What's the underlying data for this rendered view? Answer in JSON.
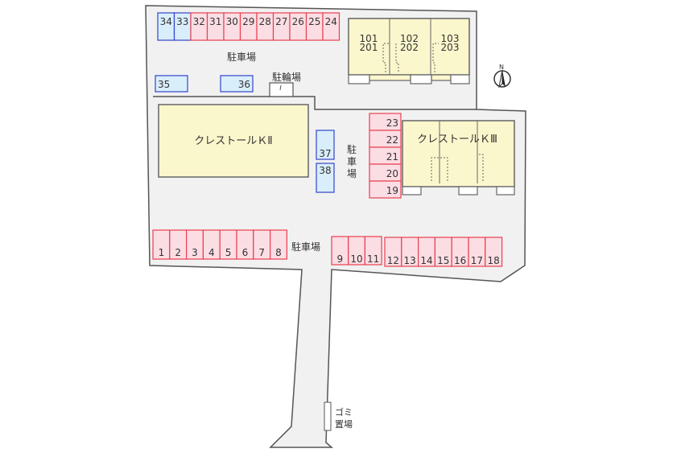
{
  "colors": {
    "lot_fill": "#f1f1f2",
    "lot_stroke": "#555555",
    "building_fill": "#fbf7cc",
    "stall_pink_fill": "#fbdde4",
    "stall_pink_stroke": "#e8404f",
    "stall_blue_fill": "#d9eefb",
    "stall_blue_stroke": "#3344cc"
  },
  "labels": {
    "parking_top": "駐車場",
    "bicycle_parking": "駐輪場",
    "parking_middle": "駐車場",
    "parking_bottom": "駐車場",
    "garbage_line1": "ゴミ",
    "garbage_line2": "置場",
    "north": "N"
  },
  "buildings": {
    "k2": "クレストールＫⅡ",
    "k3": "クレストールＫⅢ",
    "top_units": [
      {
        "lower": "101",
        "upper": "201"
      },
      {
        "lower": "102",
        "upper": "202"
      },
      {
        "lower": "103",
        "upper": "203"
      }
    ]
  },
  "stalls": {
    "top_row": [
      {
        "num": "34",
        "type": "blue"
      },
      {
        "num": "33",
        "type": "blue"
      },
      {
        "num": "32",
        "type": "pink"
      },
      {
        "num": "31",
        "type": "pink"
      },
      {
        "num": "30",
        "type": "pink"
      },
      {
        "num": "29",
        "type": "pink"
      },
      {
        "num": "28",
        "type": "pink"
      },
      {
        "num": "27",
        "type": "pink"
      },
      {
        "num": "26",
        "type": "pink"
      },
      {
        "num": "25",
        "type": "pink"
      },
      {
        "num": "24",
        "type": "pink"
      }
    ],
    "singles": [
      {
        "num": "35",
        "type": "blue"
      },
      {
        "num": "36",
        "type": "blue"
      }
    ],
    "middle_column": [
      {
        "num": "37",
        "type": "blue"
      },
      {
        "num": "38",
        "type": "blue"
      }
    ],
    "right_column": [
      {
        "num": "23",
        "type": "pink"
      },
      {
        "num": "22",
        "type": "pink"
      },
      {
        "num": "21",
        "type": "pink"
      },
      {
        "num": "20",
        "type": "pink"
      },
      {
        "num": "19",
        "type": "pink"
      }
    ],
    "bottom_left": [
      "1",
      "2",
      "3",
      "4",
      "5",
      "6",
      "7",
      "8"
    ],
    "bottom_mid": [
      "9",
      "10",
      "11"
    ],
    "bottom_right": [
      "12",
      "13",
      "14",
      "15",
      "16",
      "17",
      "18"
    ]
  }
}
